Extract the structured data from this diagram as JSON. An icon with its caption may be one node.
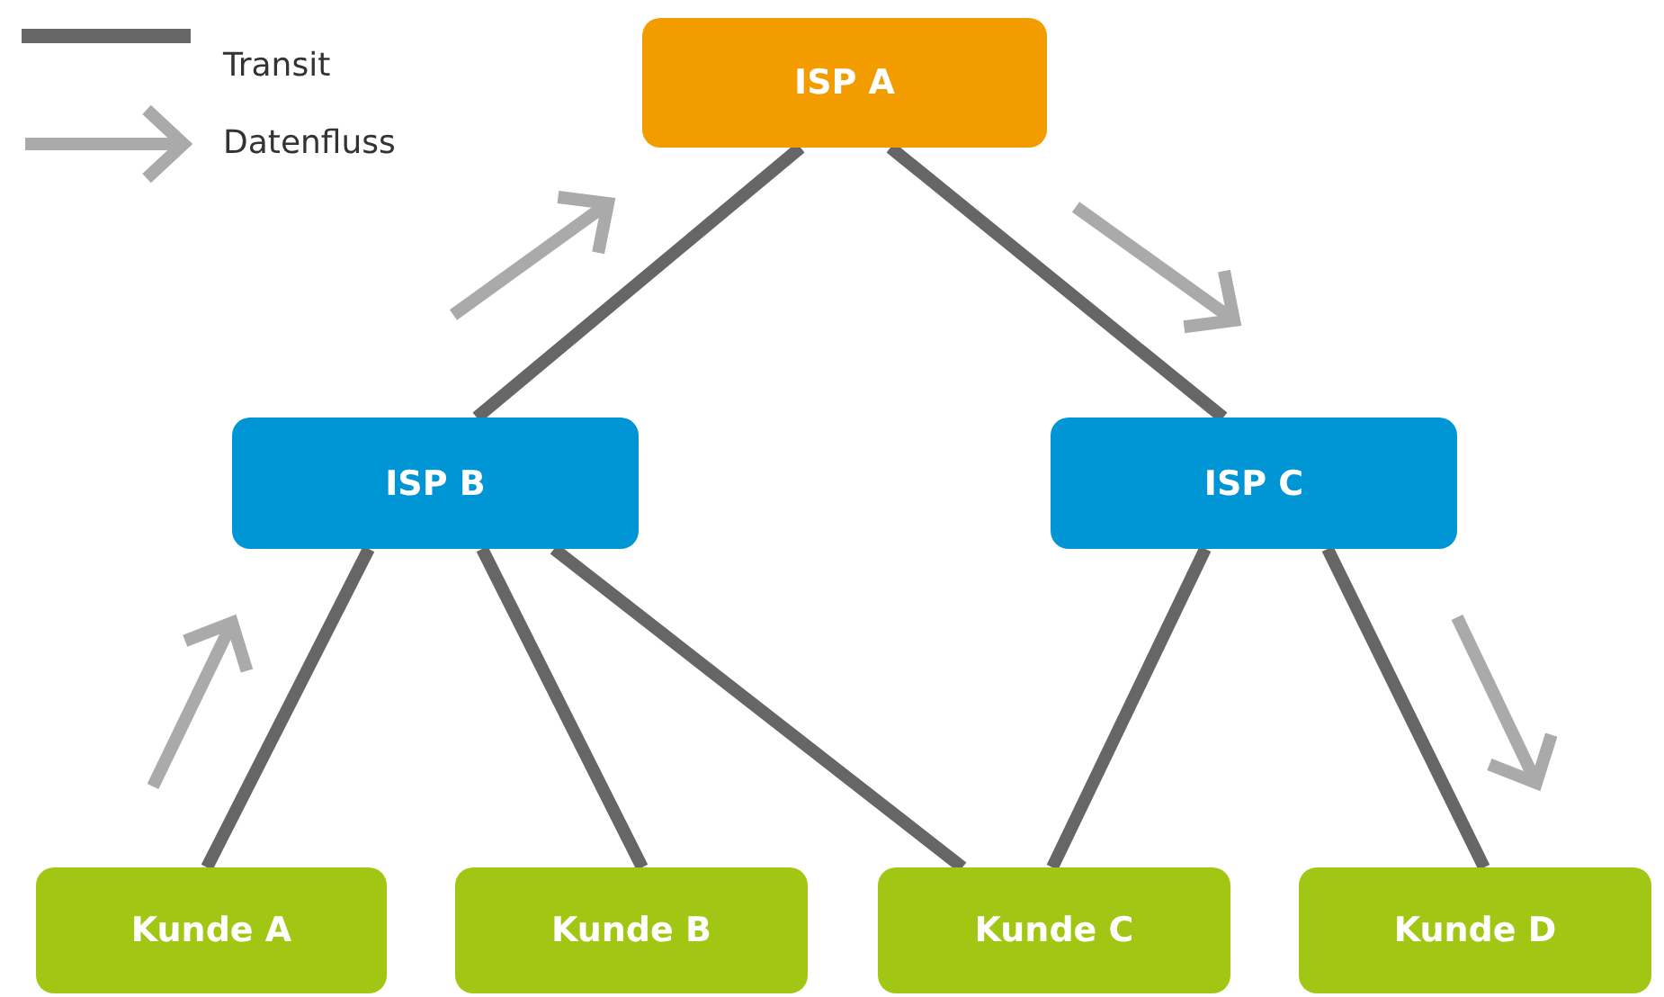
{
  "diagram": {
    "nodes": [
      {
        "text": [
          "ISP A"
        ]
      },
      {
        "text": [
          "ISP B"
        ]
      },
      {
        "text": [
          "ISP C"
        ]
      },
      {
        "text": [
          "Kunde A"
        ]
      },
      {
        "text": [
          "Kunde B"
        ]
      },
      {
        "text": [
          "Kunde C"
        ]
      },
      {
        "text": [
          "Kunde D"
        ]
      }
    ],
    "edges": [
      {
        "from": 0,
        "to": 1,
        "arrow": "none"
      },
      {
        "from": 0,
        "to": 2,
        "arrow": "none"
      },
      {
        "from": 1,
        "to": 3,
        "arrow": "none"
      },
      {
        "from": 1,
        "to": 4,
        "arrow": "none"
      },
      {
        "from": 1,
        "to": 5,
        "arrow": "none"
      },
      {
        "from": 2,
        "to": 5,
        "arrow": "none"
      },
      {
        "from": 2,
        "to": 6,
        "arrow": "none"
      }
    ],
    "legend": [
      {
        "text": "Transit"
      },
      {
        "text": "Datenfluss"
      }
    ]
  }
}
